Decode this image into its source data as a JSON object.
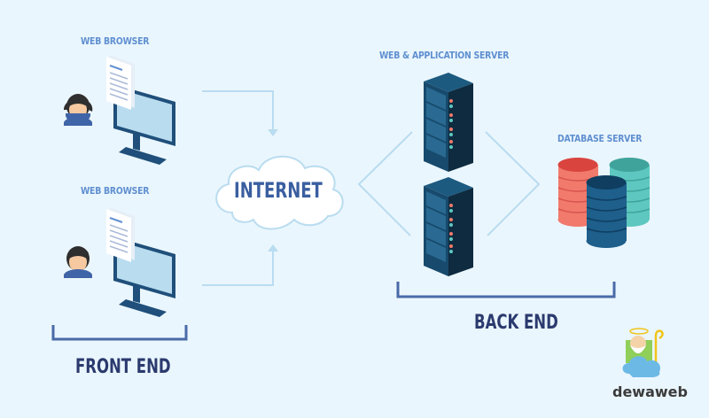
{
  "diagram": {
    "front_end": {
      "label": "FRONT END",
      "clients": [
        {
          "label": "WEB BROWSER",
          "icon": "user-icon",
          "device": "monitor-icon",
          "document": "document-icon"
        },
        {
          "label": "WEB BROWSER",
          "icon": "user-icon",
          "device": "monitor-icon",
          "document": "document-icon"
        }
      ]
    },
    "network": {
      "label": "INTERNET",
      "icon": "cloud-icon"
    },
    "back_end": {
      "label": "BACK END",
      "app_server": {
        "label": "WEB & APPLICATION SERVER",
        "icon": "server-rack-icon",
        "count": 2
      },
      "db_server": {
        "label": "DATABASE SERVER",
        "icon": "database-icon",
        "count": 3
      }
    },
    "colors": {
      "background": "#eaf6fd",
      "small_label": "#5f8fd0",
      "section_label": "#2b3a6e",
      "connector": "#b9dcf0",
      "bracket": "#4a6aa8",
      "db_red": "#f17a6c",
      "db_teal": "#5ec8c0",
      "db_navy": "#1e5f8c"
    }
  },
  "logo": {
    "text": "dewaweb"
  }
}
